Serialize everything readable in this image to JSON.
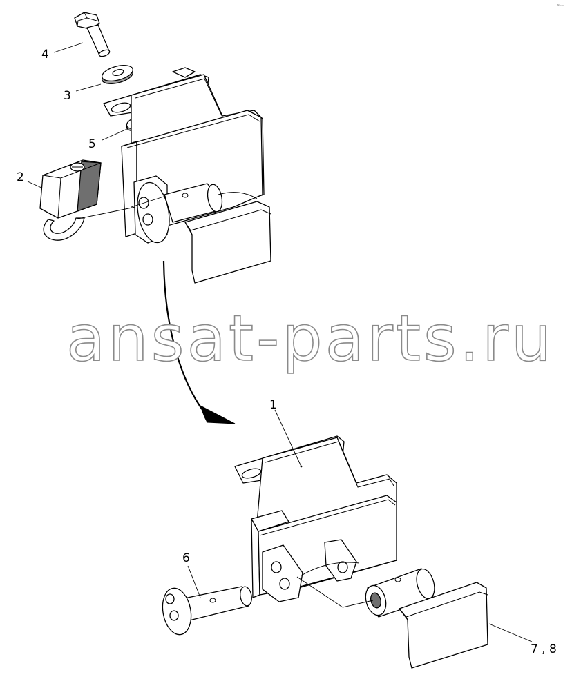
{
  "watermark": "ansat-parts.ru",
  "corner_mark": "sᵖ ₒₙₙ",
  "callouts": {
    "c1": "1",
    "c2": "2",
    "c3": "3",
    "c4": "4",
    "c5": "5",
    "c6": "6",
    "c78": "7 , 8"
  }
}
